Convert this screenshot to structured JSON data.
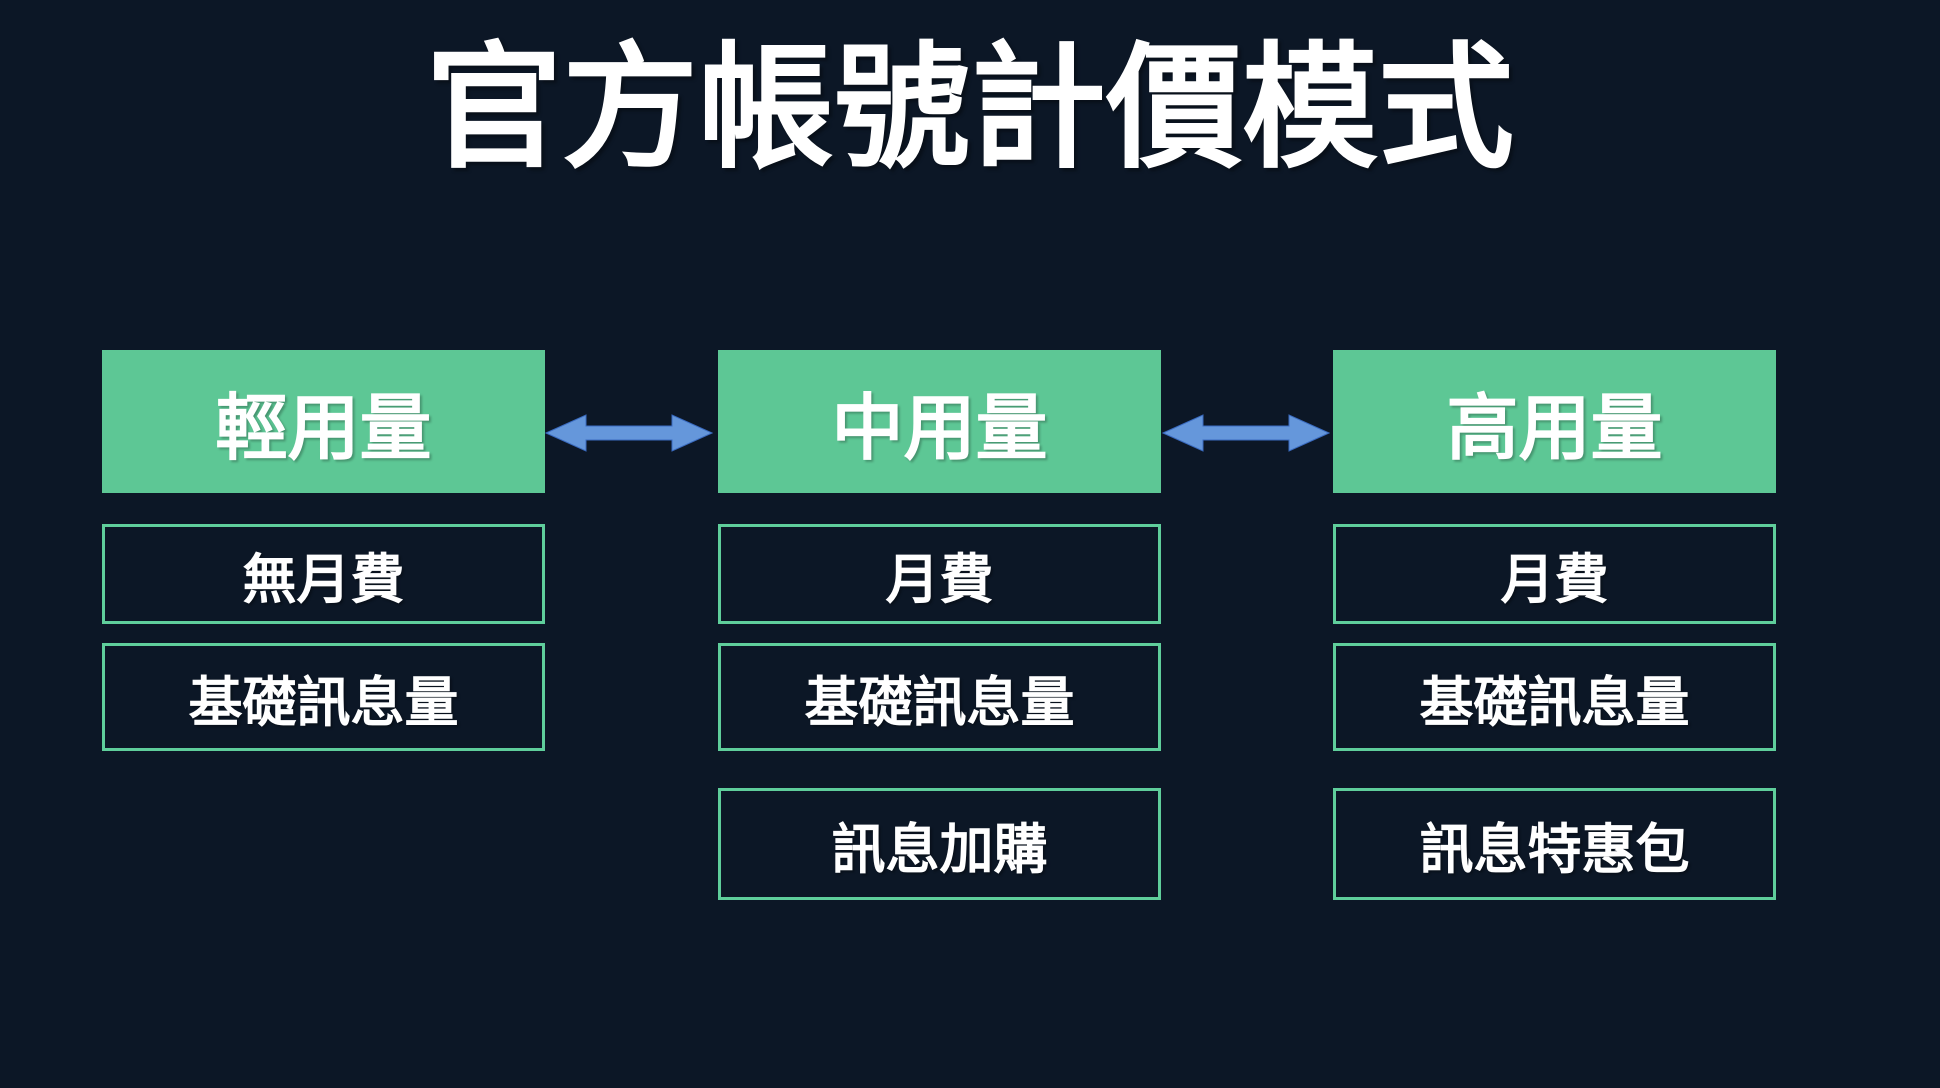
{
  "title": "官方帳號計價模式",
  "colors": {
    "bg": "#0C1726",
    "tier-green": "#5DC795",
    "outline-green": "#5FCE9B",
    "arrow-blue": "#6597DB",
    "arrow-edge": "#3A6BC0",
    "text-white": "#FFFFFF"
  },
  "columns": [
    {
      "header": "輕用量",
      "items": [
        "無月費",
        "基礎訊息量"
      ]
    },
    {
      "header": "中用量",
      "items": [
        "月費",
        "基礎訊息量",
        "訊息加購"
      ]
    },
    {
      "header": "高用量",
      "items": [
        "月費",
        "基礎訊息量",
        "訊息特惠包"
      ]
    }
  ],
  "arrows": [
    {
      "name": "light-medium",
      "type": "double-headed"
    },
    {
      "name": "medium-high",
      "type": "double-headed"
    }
  ]
}
